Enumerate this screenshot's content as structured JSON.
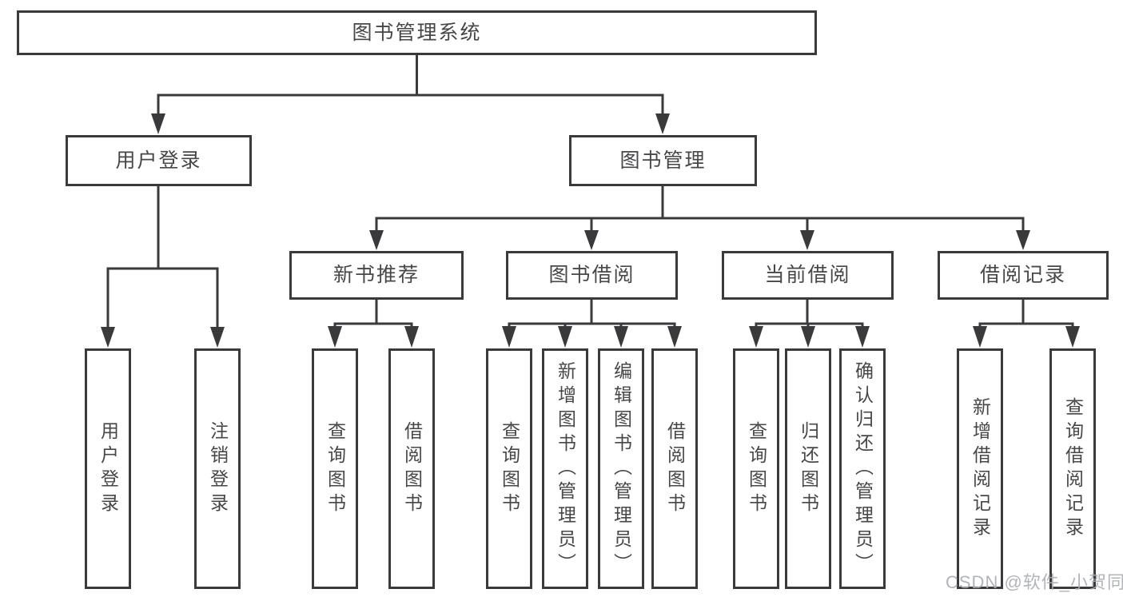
{
  "diagram": {
    "root": {
      "label": "图书管理系统"
    },
    "branches": [
      {
        "label": "用户登录",
        "children": [
          {
            "label": "用户登录"
          },
          {
            "label": "注销登录"
          }
        ]
      },
      {
        "label": "图书管理",
        "children": [
          {
            "label": "新书推荐",
            "children": [
              {
                "label": "查询图书"
              },
              {
                "label": "借阅图书"
              }
            ]
          },
          {
            "label": "图书借阅",
            "children": [
              {
                "label": "查询图书"
              },
              {
                "label": "新增图书（管理员）"
              },
              {
                "label": "编辑图书（管理员）"
              },
              {
                "label": "借阅图书"
              }
            ]
          },
          {
            "label": "当前借阅",
            "children": [
              {
                "label": "查询图书"
              },
              {
                "label": "归还图书"
              },
              {
                "label": "确认归还（管理员）"
              }
            ]
          },
          {
            "label": "借阅记录",
            "children": [
              {
                "label": "新增借阅记录"
              },
              {
                "label": "查询借阅记录"
              }
            ]
          }
        ]
      }
    ],
    "watermark": "CSDN @软件_小贺同学",
    "colors": {
      "line": "#3a3a3c",
      "text": "#47474a",
      "watermark": "#a8acb0",
      "background": "#ffffff"
    }
  }
}
